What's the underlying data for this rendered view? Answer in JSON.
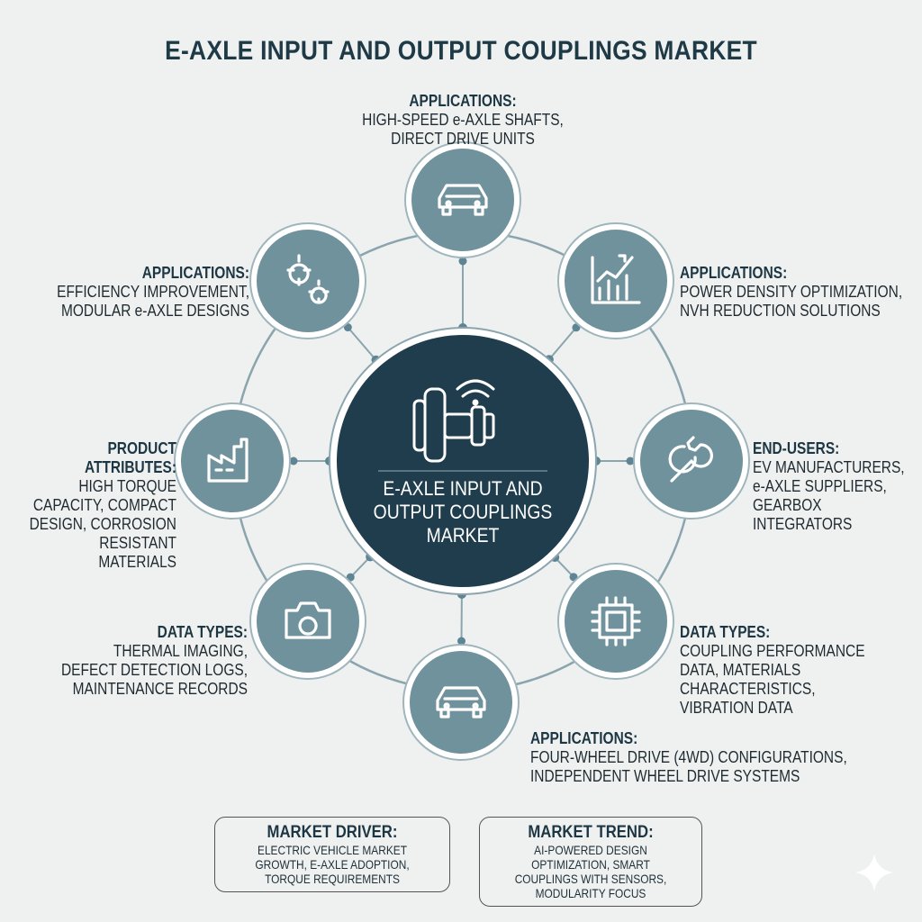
{
  "title": "E-AXLE INPUT AND OUTPUT COUPLINGS MARKET",
  "center": {
    "label": "E-AXLE INPUT AND OUTPUT COUPLINGS MARKET",
    "icon": "coupling-wifi-icon"
  },
  "nodes": [
    {
      "heading": "APPLICATIONS:",
      "text": "HIGH-SPEED e-AXLE SHAFTS, DIRECT DRIVE UNITS",
      "icon": "car-icon"
    },
    {
      "heading": "APPLICATIONS:",
      "text": "POWER DENSITY OPTIMIZATION, NVH REDUCTION SOLUTIONS",
      "icon": "growth-chart-icon"
    },
    {
      "heading": "END-USERS:",
      "text": "EV MANUFACTURERS, e-AXLE SUPPLIERS, GEARBOX INTEGRATORS",
      "icon": "wrench-gear-icon"
    },
    {
      "heading": "DATA TYPES:",
      "text": "COUPLING PERFORMANCE DATA, MATERIALS CHARACTERISTICS, VIBRATION DATA",
      "icon": "chip-icon"
    },
    {
      "heading": "APPLICATIONS:",
      "text": "FOUR-WHEEL DRIVE (4WD) CONFIGURATIONS, INDEPENDENT WHEEL DRIVE SYSTEMS",
      "icon": "car-icon"
    },
    {
      "heading": "DATA TYPES:",
      "text": "THERMAL IMAGING, DEFECT DETECTION LOGS, MAINTENANCE RECORDS",
      "icon": "camera-icon"
    },
    {
      "heading": "PRODUCT ATTRIBUTES:",
      "text": "HIGH TORQUE CAPACITY, COMPACT DESIGN, CORROSION RESISTANT MATERIALS",
      "icon": "factory-icon"
    },
    {
      "heading": "APPLICATIONS:",
      "text": "EFFICIENCY IMPROVEMENT, MODULAR e-AXLE DESIGNS",
      "icon": "gears-icon"
    }
  ],
  "driver": {
    "heading": "MARKET DRIVER:",
    "text": "ELECTRIC VEHICLE MARKET GROWTH, E-AXLE ADOPTION, TORQUE REQUIREMENTS"
  },
  "trend": {
    "heading": "MARKET TREND:",
    "text": "AI-POWERED DESIGN OPTIMIZATION, SMART COUPLINGS WITH SENSORS, MODULARITY FOCUS"
  },
  "colors": {
    "dark": "#1f3d4c",
    "node": "#6f929d",
    "line": "#7f9ea8"
  }
}
